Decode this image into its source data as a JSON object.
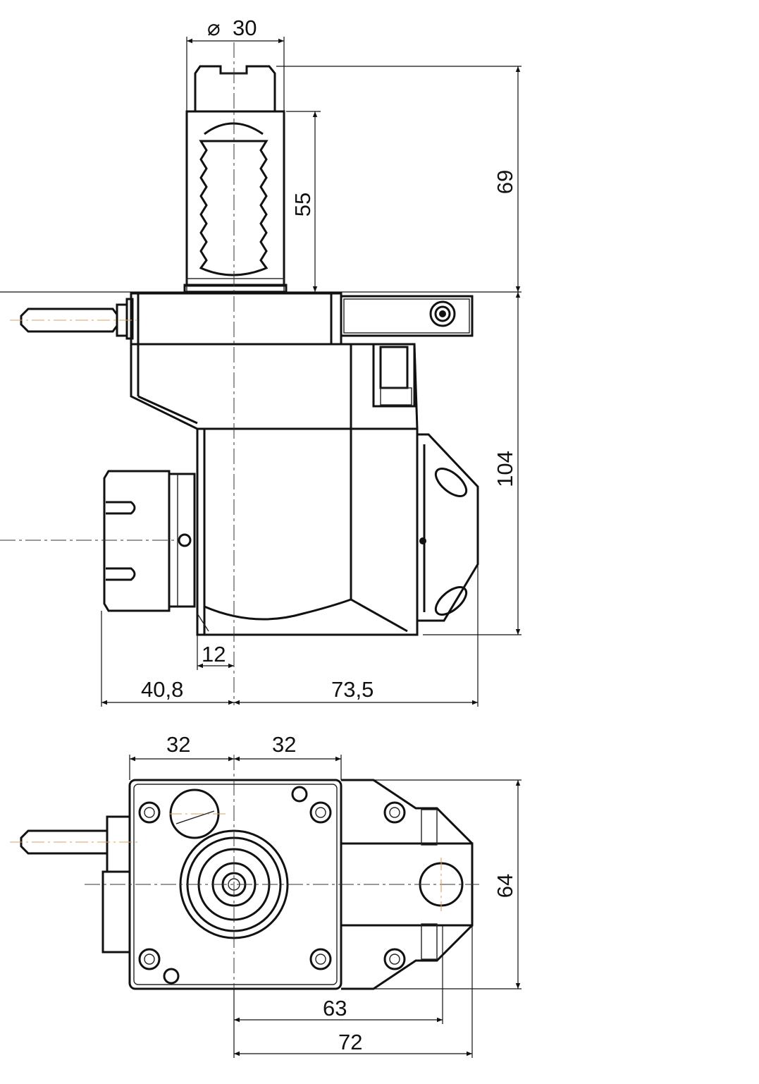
{
  "drawing": {
    "dimensions": {
      "diameter_symbol": "⌀",
      "top_diameter": "30",
      "height_55": "55",
      "height_69": "69",
      "height_104": "104",
      "offset_12": "12",
      "width_40_8": "40,8",
      "width_73_5": "73,5",
      "bottom_32_left": "32",
      "bottom_32_right": "32",
      "height_64": "64",
      "width_63": "63",
      "width_72": "72"
    }
  }
}
